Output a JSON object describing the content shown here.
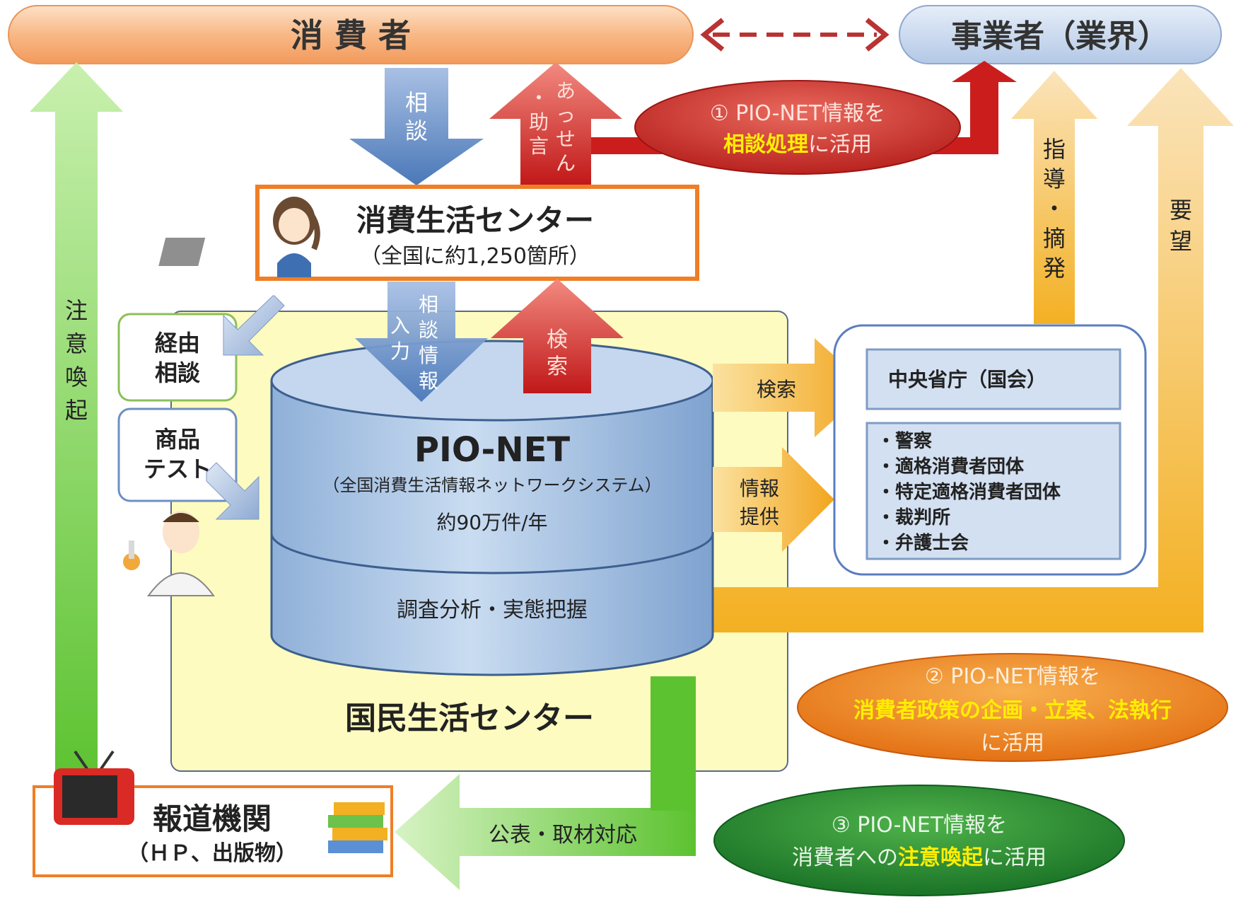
{
  "consumer": {
    "label": "消 費 者"
  },
  "business": {
    "label": "事業者（業界）"
  },
  "consultation_arrow": {
    "chars": [
      "相",
      "談"
    ]
  },
  "mediation_arrow": {
    "col1": [
      "あ",
      "っ",
      "せ",
      "ん"
    ],
    "col2": [
      "・",
      "助",
      "言"
    ]
  },
  "oval1": {
    "line1": "① PIO-NET情報を",
    "highlight": "相談処理",
    "suffix": "に活用"
  },
  "guidance_arrow": {
    "chars": [
      "指",
      "導",
      "・",
      "摘",
      "発"
    ]
  },
  "request_arrow": {
    "chars": [
      "要",
      "望"
    ]
  },
  "alert_arrow": {
    "chars": [
      "注",
      "意",
      "喚",
      "起"
    ]
  },
  "center": {
    "title": "消費生活センター",
    "subtitle": "（全国に約1,250箇所）"
  },
  "input_arrow": {
    "col_left": [
      "入",
      "力"
    ],
    "col_right": [
      "相",
      "談",
      "情",
      "報"
    ]
  },
  "search_arrow_up": {
    "chars": [
      "検",
      "索"
    ]
  },
  "via_consult": {
    "line1": "経由",
    "line2": "相談"
  },
  "product_test": {
    "line1": "商品",
    "line2": "テスト"
  },
  "pionet": {
    "title": "PIO-NET",
    "subtitle": "（全国消費生活情報ネットワークシステム）",
    "count": "約90万件/年",
    "analysis": "調査分析・実態把握"
  },
  "national_center": {
    "label": "国民生活センター"
  },
  "search_right": {
    "label": "検索"
  },
  "info_provide": {
    "line1": "情報",
    "line2": "提供"
  },
  "ministry": {
    "label": "中央省庁（国会）"
  },
  "orgs": {
    "items": [
      "・警察",
      "・適格消費者団体",
      "・特定適格消費者団体",
      "・裁判所",
      "・弁護士会"
    ]
  },
  "oval2": {
    "line1": "② PIO-NET情報を",
    "highlight": "消費者政策の企画・立案、法執行",
    "line3": "に活用"
  },
  "oval3": {
    "line1": "③ PIO-NET情報を",
    "prefix": "消費者への",
    "highlight": "注意喚起",
    "suffix": "に活用"
  },
  "press": {
    "title": "報道機関",
    "subtitle": "（ＨＰ、出版物）"
  },
  "publish_arrow": {
    "label": "公表・取材対応"
  },
  "colors": {
    "consumer_bar": "#f6b07a",
    "business_bar": "#c3d4ec",
    "blue_arrow": "#6f93c9",
    "red_arrow": "#d92a25",
    "orange_arrow": "#f4b93c",
    "green_arrow": "#8fd66a",
    "yellow_panel": "#fdfbbf",
    "highlight_yellow": "#ffee00",
    "cylinder": "#a8c3e3"
  }
}
